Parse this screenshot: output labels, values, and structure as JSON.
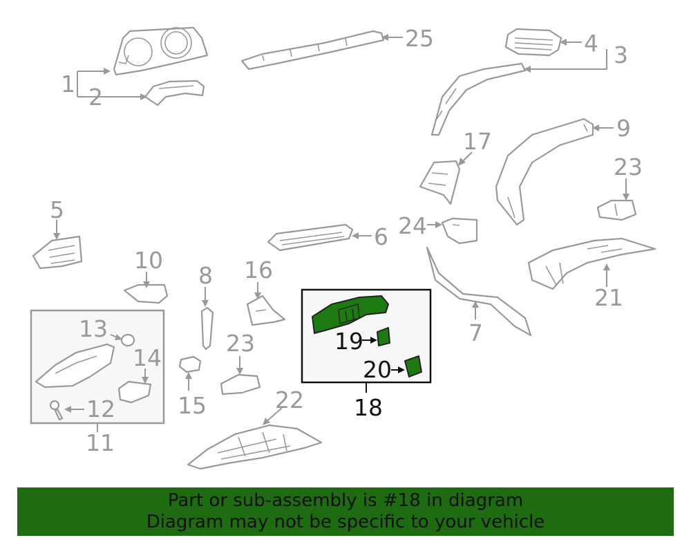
{
  "banner": {
    "line1": "Part or sub-assembly is #18 in diagram",
    "line2": "Diagram may not be specific to your vehicle"
  },
  "highlight_color": "#1e6b12",
  "callouts": {
    "c1": "1",
    "c2": "2",
    "c3": "3",
    "c4": "4",
    "c5": "5",
    "c6": "6",
    "c7": "7",
    "c8": "8",
    "c9": "9",
    "c10": "10",
    "c11": "11",
    "c12": "12",
    "c13": "13",
    "c14": "14",
    "c15": "15",
    "c16": "16",
    "c17": "17",
    "c18": "18",
    "c19": "19",
    "c20": "20",
    "c21": "21",
    "c22": "22",
    "c23a": "23",
    "c23b": "23",
    "c24": "24",
    "c25": "25"
  }
}
